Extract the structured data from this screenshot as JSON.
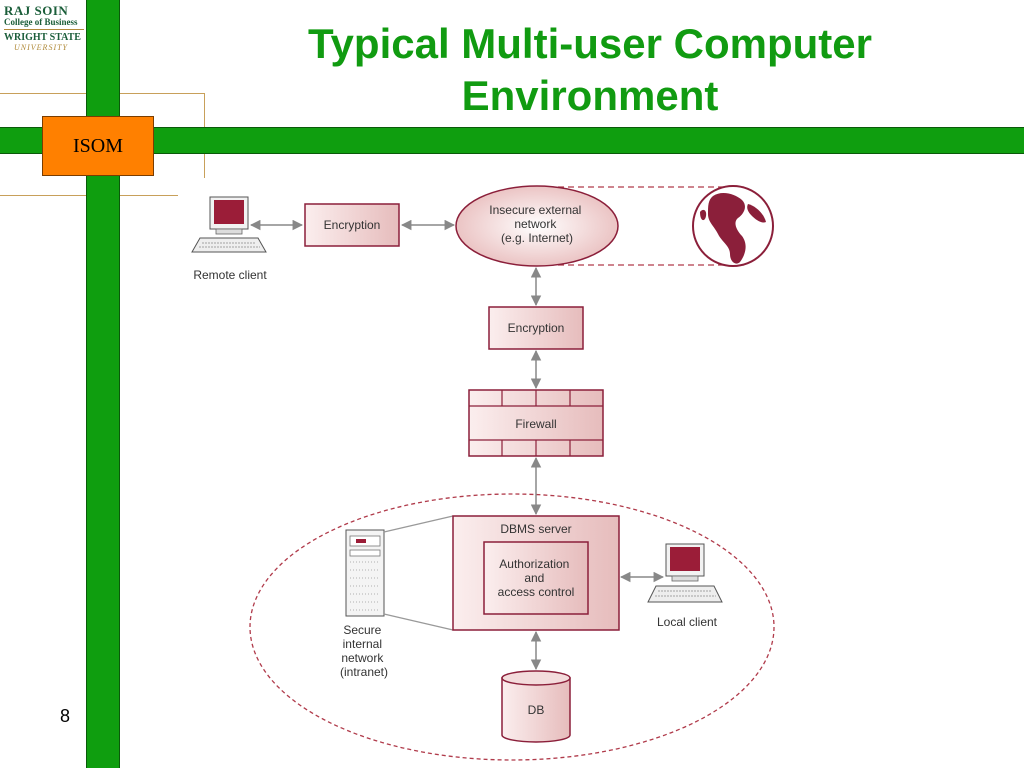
{
  "logo": {
    "line1": "RAJ SOIN",
    "line2": "College of Business",
    "line3": "WRIGHT STATE",
    "line4": "UNIVERSITY"
  },
  "badge": "ISOM",
  "title": {
    "line1": "Typical Multi-user Computer",
    "line2": "Environment"
  },
  "slide_number": "8",
  "diagram": {
    "remote_client": "Remote client",
    "encryption_top": "Encryption",
    "insecure_network": [
      "Insecure external",
      "network",
      "(e.g. Internet)"
    ],
    "encryption_middle": "Encryption",
    "firewall": "Firewall",
    "dbms_server": "DBMS server",
    "authorization": [
      "Authorization",
      "and",
      "access control"
    ],
    "secure_network": [
      "Secure",
      "internal",
      "network",
      "(intranet)"
    ],
    "local_client": "Local client",
    "db": "DB"
  },
  "colors": {
    "title_green": "#119b11",
    "bar_green": "#0f9e0f",
    "badge_orange": "#ff8000",
    "maroon": "#8b1f3a",
    "box_fill": "#f3dcdc"
  }
}
